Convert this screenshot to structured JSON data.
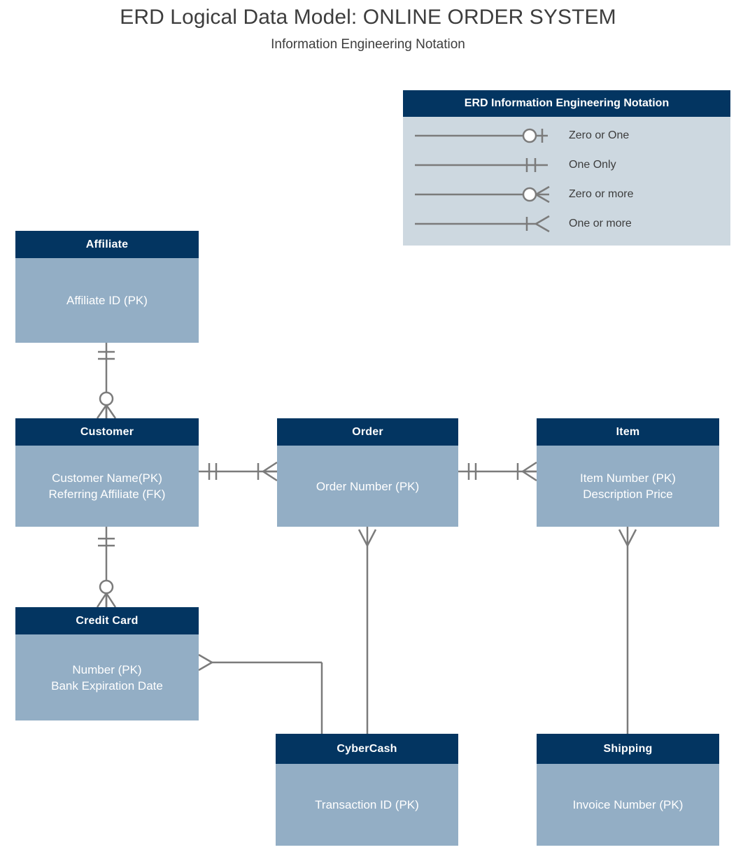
{
  "title": "ERD Logical Data Model: ONLINE ORDER SYSTEM",
  "subtitle": "Information Engineering Notation",
  "colors": {
    "header_navy": "#033561",
    "entity_body": "#93aec5",
    "legend_body": "#cdd8e0",
    "connector": "#7b7b7b",
    "text_dark": "#3d3d3d",
    "text_light": "#ffffff"
  },
  "legend": {
    "title": "ERD Information Engineering Notation",
    "rows": [
      {
        "symbol": "zero-or-one",
        "label": "Zero or One"
      },
      {
        "symbol": "one-only",
        "label": "One Only"
      },
      {
        "symbol": "zero-or-more",
        "label": "Zero or more"
      },
      {
        "symbol": "one-or-more",
        "label": "One or more"
      }
    ]
  },
  "entities": [
    {
      "id": "affiliate",
      "name": "Affiliate",
      "attributes": [
        "Affiliate ID (PK)"
      ]
    },
    {
      "id": "customer",
      "name": "Customer",
      "attributes": [
        "Customer Name(PK)",
        "Referring Affiliate (FK)"
      ]
    },
    {
      "id": "order",
      "name": "Order",
      "attributes": [
        "Order Number (PK)"
      ]
    },
    {
      "id": "item",
      "name": "Item",
      "attributes": [
        "Item Number (PK)",
        "Description Price"
      ]
    },
    {
      "id": "credit-card",
      "name": "Credit Card",
      "attributes": [
        "Number (PK)",
        "Bank Expiration Date"
      ]
    },
    {
      "id": "cybercash",
      "name": "CyberCash",
      "attributes": [
        "Transaction ID (PK)"
      ]
    },
    {
      "id": "shipping",
      "name": "Shipping",
      "attributes": [
        "Invoice Number (PK)"
      ]
    }
  ],
  "relationships": [
    {
      "from": "affiliate",
      "to": "customer",
      "from_cardinality": "one-only",
      "to_cardinality": "zero-or-more"
    },
    {
      "from": "customer",
      "to": "order",
      "from_cardinality": "one-only",
      "to_cardinality": "one-or-more"
    },
    {
      "from": "order",
      "to": "item",
      "from_cardinality": "one-only",
      "to_cardinality": "one-or-more"
    },
    {
      "from": "customer",
      "to": "credit-card",
      "from_cardinality": "one-only",
      "to_cardinality": "zero-or-more"
    },
    {
      "from": "order",
      "to": "cybercash",
      "from_cardinality": "many",
      "to_cardinality": "one"
    },
    {
      "from": "item",
      "to": "shipping",
      "from_cardinality": "many",
      "to_cardinality": "one"
    },
    {
      "from": "credit-card",
      "to": "cybercash",
      "from_cardinality": "many",
      "to_cardinality": "one"
    }
  ]
}
